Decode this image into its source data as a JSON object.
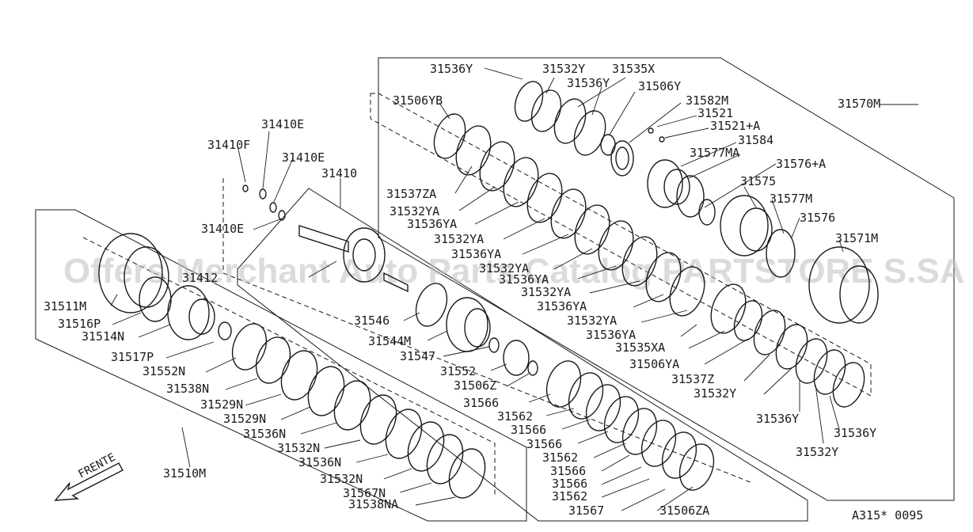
{
  "watermark": "Offers Merchant Auto Parts Catalog PARTSTORE S.SA",
  "figure_code": "A315* 0095",
  "direction_label": "FRENTE",
  "labels": {
    "l31536Y_a": "31536Y",
    "l31532Y_a": "31532Y",
    "l31535X": "31535X",
    "l31536Y_b": "31536Y",
    "l31506Y": "31506Y",
    "l31582M": "31582M",
    "l31521": "31521",
    "l31521A": "31521+A",
    "l31584": "31584",
    "l31577MA": "31577MA",
    "l31576A": "31576+A",
    "l31575": "31575",
    "l31577M": "31577M",
    "l31576": "31576",
    "l31571M": "31571M",
    "l31570M": "31570M",
    "l31506YB": "31506YB",
    "l31537ZA": "31537ZA",
    "l31532YA_1": "31532YA",
    "l31536YA_1": "31536YA",
    "l31532YA_2": "31532YA",
    "l31536YA_2": "31536YA",
    "l31532YA_3": "31532YA",
    "l31536YA_3": "31536YA",
    "l31532YA_4": "31532YA",
    "l31536YA_4": "31536YA",
    "l31532YA_5": "31532YA",
    "l31536YA_5": "31536YA",
    "l31535XA": "31535XA",
    "l31506YA": "31506YA",
    "l31537Z": "31537Z",
    "l31532Y_b": "31532Y",
    "l31536Y_c": "31536Y",
    "l31536Y_d": "31536Y",
    "l31532Y_c": "31532Y",
    "l31410E_a": "31410E",
    "l31410F": "31410F",
    "l31410E_b": "31410E",
    "l31410": "31410",
    "l31410E_c": "31410E",
    "l31412": "31412",
    "l31546": "31546",
    "l31544M": "31544M",
    "l31547": "31547",
    "l31552": "31552",
    "l31506Z": "31506Z",
    "l31566_1": "31566",
    "l31562_1": "31562",
    "l31566_2": "31566",
    "l31566_3": "31566",
    "l31562_2": "31562",
    "l31566_4": "31566",
    "l31566_5": "31566",
    "l31562_3": "31562",
    "l31567": "31567",
    "l31506ZA": "31506ZA",
    "l31511M": "31511M",
    "l31516P": "31516P",
    "l31514N": "31514N",
    "l31517P": "31517P",
    "l31552N": "31552N",
    "l31538N": "31538N",
    "l31529N_1": "31529N",
    "l31529N_2": "31529N",
    "l31536N_1": "31536N",
    "l31532N_1": "31532N",
    "l31536N_2": "31536N",
    "l31532N_2": "31532N",
    "l31567N": "31567N",
    "l31538NA": "31538NA",
    "l31510M": "31510M"
  }
}
